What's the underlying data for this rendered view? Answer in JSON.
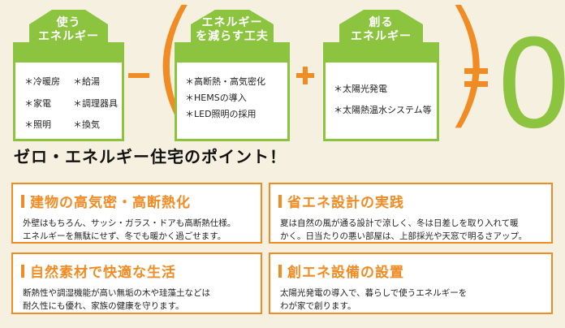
{
  "equation": {
    "use": {
      "title": [
        "使う",
        "エネルギー"
      ],
      "items": [
        "＊冷暖房",
        "＊給湯",
        "＊家電",
        "＊調理器具",
        "＊照明",
        "＊換気"
      ]
    },
    "minus": "ー",
    "reduce": {
      "title": [
        "エネルギー",
        "を減らす工夫"
      ],
      "items": [
        "＊高断熱・高気密化",
        "＊HEMSの導入",
        "＊LED照明の採用"
      ]
    },
    "plus": "+",
    "create": {
      "title": [
        "創る",
        "エネルギー"
      ],
      "items": [
        "＊太陽光発電",
        "＊太陽熱温水システム等"
      ]
    },
    "open_paren": "(",
    "close_paren": ")",
    "result": "0",
    "colors": {
      "green": "#8dc43f",
      "orange": "#f08c23",
      "background": "#f6f0e1"
    }
  },
  "headline": "ゼロ・エネルギー住宅のポイント！",
  "points": [
    {
      "title": "建物の高気密・高断熱化",
      "text": [
        "外壁はもちろん、サッシ・ガラス・ドアも高断熱仕様。",
        "エネルギーを無駄にせず、冬でも暖かく過ごせます。"
      ]
    },
    {
      "title": "省エネ設計の実践",
      "text": [
        "夏は自然の風が通る設計で涼しく、冬は日差しを取り入れて暖",
        "かく。日当たりの悪い部屋は、上部採光や天窓で明るさアップ。"
      ]
    },
    {
      "title": "自然素材で快適な生活",
      "text": [
        "断熱性や調湿機能が高い無垢の木や珪藻土などは",
        "耐久性にも優れ、家族の健康を守ります。"
      ]
    },
    {
      "title": "創エネ設備の設置",
      "text": [
        "太陽光発電の導入で、暮らしで使うエネルギーを",
        "わが家で創ります。"
      ]
    }
  ]
}
